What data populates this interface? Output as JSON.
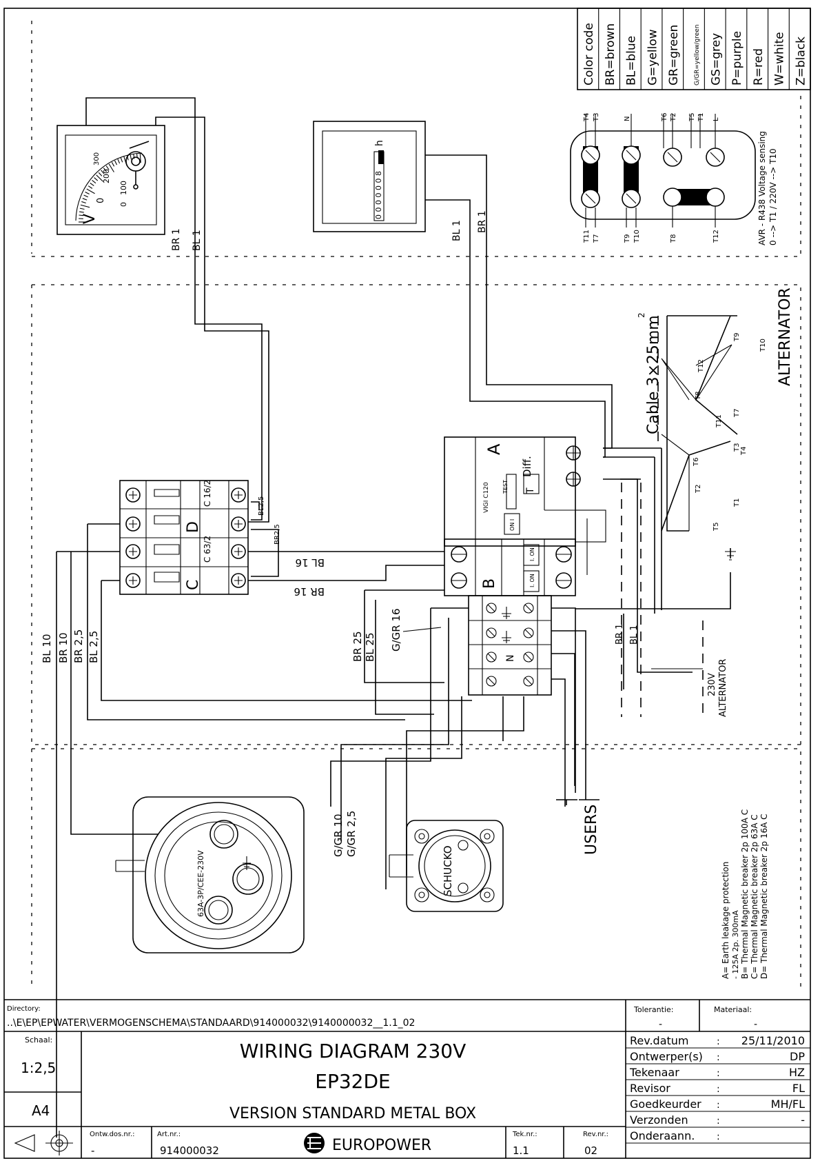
{
  "color_code": {
    "title": "Color code",
    "entries": [
      "BR=brown",
      "BL=blue",
      "G=yellow",
      "GR=green",
      "G/GR=yellow/green",
      "GS=grey",
      "P=purple",
      "R=red",
      "W=white",
      "Z=black"
    ]
  },
  "avr": {
    "note1": "AVR - R438 Voltage sensing",
    "note2": "0 --> T1 / 220V --> T10",
    "top_labels": [
      "T4",
      "T3",
      "N",
      "T6",
      "T2",
      "T5",
      "T1",
      "L"
    ],
    "bottom_labels": [
      "T11",
      "T7",
      "T9",
      "T10",
      "T8",
      "T12"
    ]
  },
  "meters": {
    "volt_scale": [
      "0",
      "100",
      "200",
      "300"
    ],
    "volt_symbol": "V",
    "hour_display": "0 0 0 0 0 0 8",
    "hour_unit": "h"
  },
  "wires": {
    "br1_a": "BR 1",
    "bl1_a": "BL 1",
    "bl1_b": "BL 1",
    "br1_b": "BR 1",
    "bl25_top": "BL2,5",
    "br25_top": "BR2,5",
    "bl16": "BL 16",
    "br16": "BR 16",
    "bl10": "BL 10",
    "br10": "BR 10",
    "br25": "BR 2,5",
    "bl25": "BL 2,5",
    "br25_b": "BR 25",
    "bl25_b": "BL 25",
    "ggr16": "G/GR 16",
    "ggr10": "G/GR 10",
    "ggr25": "G/GR 2,5",
    "br1_c": "BR 1",
    "bl1_c": "BL 1"
  },
  "alternator": {
    "label": "ALTERNATOR",
    "cable": "Cable 3×25mm",
    "cable_sup": "2",
    "terminals": [
      "T9",
      "T10",
      "T12",
      "T8",
      "T7",
      "T11",
      "T3",
      "T4",
      "T6",
      "T2",
      "T1",
      "T5"
    ],
    "small_voltage": "230V",
    "small_label": "ALTERNATOR"
  },
  "breakers": {
    "a_label": "A",
    "diff": "Diff.",
    "test": "TEST",
    "vigi": "VIGI C120",
    "t": "T",
    "b_label": "B",
    "on1": "I. ON",
    "on2": "I. ON",
    "on3": "ON I",
    "c_label": "C",
    "c_rating": "C 63/2",
    "d_label": "D",
    "d_rating": "C 16/2",
    "n": "N"
  },
  "sockets": {
    "cee": "63A-3P/CEE-230V",
    "schucko": "SCHUCKO",
    "users": "USERS"
  },
  "legend": {
    "a": "A= Earth leakage protection",
    "a2": "- 125A 2p. 300mA",
    "b": "B= Thermal Magnetic breaker 2p 100A C",
    "c": "C= Thermal Magnetic breaker 2p 63A C",
    "d": "D= Thermal Magnetic breaker 2p 16A C"
  },
  "title_block": {
    "directory_label": "Directory:",
    "directory_path": "..\\E\\EP\\EPWATER\\VERMOGENSCHEMA\\STANDAARD\\914000032\\9140000032__1.1_02",
    "tolerantie_label": "Tolerantie:",
    "tolerantie_value": "-",
    "materiaal_label": "Materiaal:",
    "materiaal_value": "-",
    "schaal_label": "Schaal:",
    "schaal_value": "1:2,5",
    "format": "A4",
    "title1": "WIRING DIAGRAM 230V",
    "title2": "EP32DE",
    "title3": "VERSION STANDARD METAL BOX",
    "ontw_label": "Ontw.dos.nr.:",
    "ontw_value": "-",
    "art_label": "Art.nr.:",
    "art_value": "914000032",
    "brand": "EUROPOWER",
    "tek_label": "Tek.nr.:",
    "tek_value": "1.1",
    "rev_label": "Rev.nr.:",
    "rev_value": "02",
    "rows": [
      {
        "label": "Rev.datum",
        "sep": ":",
        "value": "25/11/2010"
      },
      {
        "label": "Ontwerper(s)",
        "sep": ":",
        "value": "DP"
      },
      {
        "label": "Tekenaar",
        "sep": ":",
        "value": "HZ"
      },
      {
        "label": "Revisor",
        "sep": ":",
        "value": "FL"
      },
      {
        "label": "Goedkeurder",
        "sep": ":",
        "value": "MH/FL"
      },
      {
        "label": "Verzonden",
        "sep": ":",
        "value": "-"
      },
      {
        "label": "Onderaann.",
        "sep": ":",
        "value": ""
      }
    ]
  }
}
